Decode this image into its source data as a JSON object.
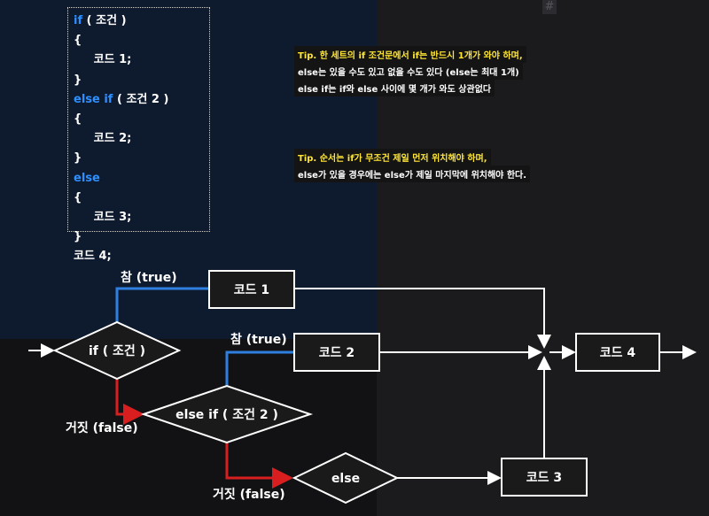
{
  "code_block": {
    "lines": [
      {
        "kw": "if",
        "rest": " ( 조건 )"
      },
      {
        "kw": "",
        "rest": "{"
      },
      {
        "kw": "",
        "rest": "     코드 1;"
      },
      {
        "kw": "",
        "rest": "}"
      },
      {
        "kw": "else if",
        "rest": " ( 조건 2 )"
      },
      {
        "kw": "",
        "rest": "{"
      },
      {
        "kw": "",
        "rest": "     코드 2;"
      },
      {
        "kw": "",
        "rest": "}"
      },
      {
        "kw": "else",
        "rest": ""
      },
      {
        "kw": "",
        "rest": "{"
      },
      {
        "kw": "",
        "rest": "     코드 3;"
      },
      {
        "kw": "",
        "rest": "}"
      },
      {
        "kw": "",
        "rest": "코드 4;"
      }
    ]
  },
  "tips": {
    "tip1": [
      "Tip. 한 세트의 if 조건문에서 if는 반드시 1개가 와야 하며,",
      "else는 있을 수도 있고 없을 수도 있다 (else는 최대 1개)",
      "else if는 if와 else 사이에 몇 개가 와도 상관없다"
    ],
    "tip2": [
      "Tip. 순서는 if가 무조건 제일 먼저 위치해야 하며,",
      "else가 있을 경우에는 else가 제일 마지막에 위치해야 한다."
    ]
  },
  "flowchart": {
    "decision1": "if ( 조건 )",
    "decision2": "else if ( 조건 2 )",
    "decision3": "else",
    "box1": "코드 1",
    "box2": "코드 2",
    "box3": "코드 3",
    "box4": "코드 4",
    "true_label_1": "참 (true)",
    "true_label_2": "참 (true)",
    "false_label_1": "거짓 (false)",
    "false_label_2": "거짓 (false)"
  },
  "colors": {
    "keyword": "#2e8fff",
    "tip_text": "#ffe633",
    "true_arrow": "#2e7fe0",
    "false_arrow": "#d81e1e"
  }
}
